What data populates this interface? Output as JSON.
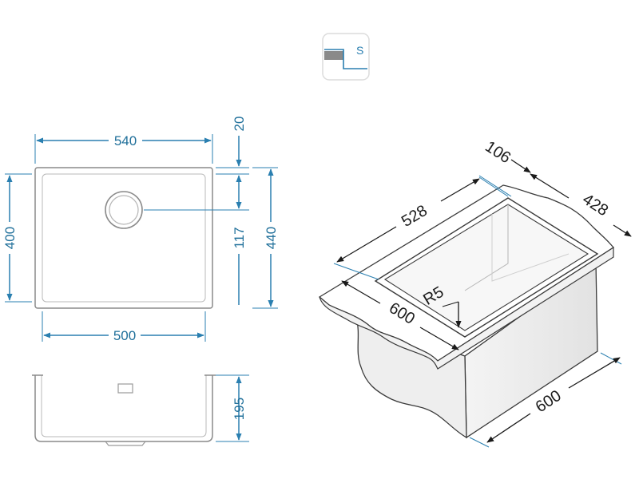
{
  "mount_badge": {
    "letter": "S"
  },
  "plan_view": {
    "dim_top": "540",
    "dim_flange": "20",
    "dim_left": "400",
    "dim_drain": "117",
    "dim_right": "440",
    "dim_bottom": "500"
  },
  "section_view": {
    "dim_depth": "195"
  },
  "iso_view": {
    "dim_top": "106",
    "dim_length": "528",
    "dim_width": "428",
    "dim_radius": "R5",
    "dim_front": "600",
    "dim_cabinet": "600"
  },
  "colors": {
    "dimension": "#2a7fb0",
    "outline": "#8a8a8a"
  }
}
